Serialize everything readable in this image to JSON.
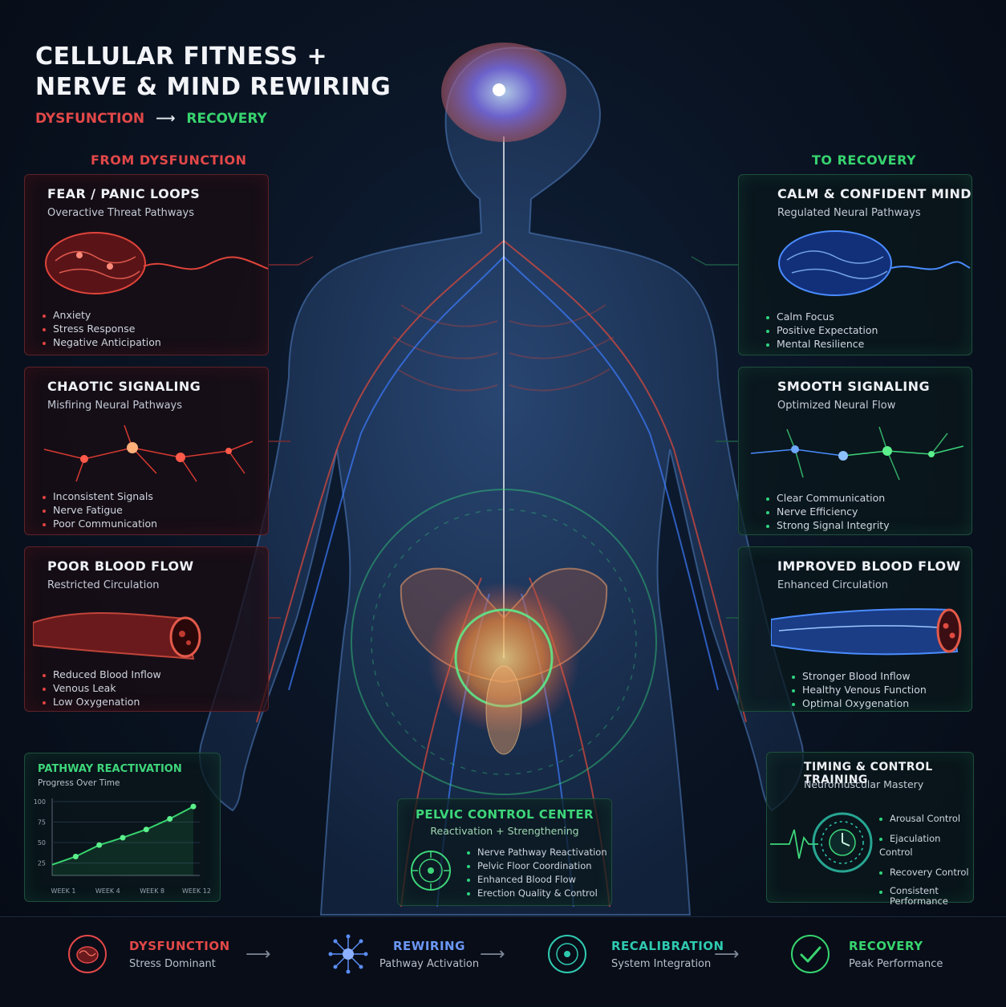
{
  "header": {
    "title_line1": "CELLULAR FITNESS +",
    "title_line2": "NERVE & MIND REWIRING",
    "flow_from": "DYSFUNCTION",
    "flow_arrow": "⟶",
    "flow_to": "RECOVERY"
  },
  "left_column": {
    "heading": "FROM DYSFUNCTION",
    "panels": [
      {
        "title": "FEAR / PANIC LOOPS",
        "subtitle": "Overactive Threat Pathways",
        "bullets": [
          "Anxiety",
          "Stress Response",
          "Negative Anticipation"
        ]
      },
      {
        "title": "CHAOTIC SIGNALING",
        "subtitle": "Misfiring Neural Pathways",
        "bullets": [
          "Inconsistent Signals",
          "Nerve Fatigue",
          "Poor Communication"
        ]
      },
      {
        "title": "POOR BLOOD FLOW",
        "subtitle": "Restricted Circulation",
        "bullets": [
          "Reduced Blood Inflow",
          "Venous Leak",
          "Low Oxygenation"
        ]
      }
    ]
  },
  "right_column": {
    "heading": "TO RECOVERY",
    "panels": [
      {
        "title": "CALM & CONFIDENT MIND",
        "subtitle": "Regulated Neural Pathways",
        "bullets": [
          "Calm Focus",
          "Positive Expectation",
          "Mental Resilience"
        ]
      },
      {
        "title": "SMOOTH SIGNALING",
        "subtitle": "Optimized Neural Flow",
        "bullets": [
          "Clear Communication",
          "Nerve Efficiency",
          "Strong Signal Integrity"
        ]
      },
      {
        "title": "IMPROVED BLOOD FLOW",
        "subtitle": "Enhanced Circulation",
        "bullets": [
          "Stronger Blood Inflow",
          "Healthy Venous Function",
          "Optimal Oxygenation"
        ]
      },
      {
        "title": "TIMING & CONTROL TRAINING",
        "subtitle": "Neuromuscular Mastery",
        "bullets": [
          "Arousal Control",
          "Ejaculation Control",
          "Recovery Control",
          "Consistent Performance"
        ]
      }
    ]
  },
  "center_panel": {
    "title": "PELVIC CONTROL CENTER",
    "subtitle": "Reactivation + Strengthening",
    "bullets": [
      "Nerve Pathway Reactivation",
      "Pelvic Floor Coordination",
      "Enhanced Blood Flow",
      "Erection Quality & Control"
    ]
  },
  "chart_panel": {
    "title": "PATHWAY REACTIVATION",
    "subtitle": "Progress Over Time"
  },
  "chart_data": {
    "type": "line",
    "title": "PATHWAY REACTIVATION",
    "subtitle": "Progress Over Time",
    "x_ticks": [
      "WEEK 1",
      "WEEK 4",
      "WEEK 8",
      "WEEK 12"
    ],
    "y_ticks": [
      25,
      50,
      75,
      100
    ],
    "ylim": [
      10,
      100
    ],
    "x": [
      0,
      1,
      2,
      3,
      4,
      5,
      6
    ],
    "values": [
      23,
      33,
      47,
      56,
      66,
      79,
      94
    ],
    "grid": true
  },
  "bottom_steps": [
    {
      "title": "DYSFUNCTION",
      "subtitle": "Stress Dominant",
      "icon": "brain-icon",
      "color": "#e24848"
    },
    {
      "title": "REWIRING",
      "subtitle": "Pathway Activation",
      "icon": "neuron-icon",
      "color": "#5b8df5"
    },
    {
      "title": "RECALIBRATION",
      "subtitle": "System Integration",
      "icon": "target-icon",
      "color": "#2fc9b0"
    },
    {
      "title": "RECOVERY",
      "subtitle": "Peak Performance",
      "icon": "check-icon",
      "color": "#37d46e"
    }
  ],
  "colors": {
    "red": "#e24848",
    "green": "#37d46e",
    "blue": "#4a7cf5",
    "cyan": "#3fc6e8"
  }
}
